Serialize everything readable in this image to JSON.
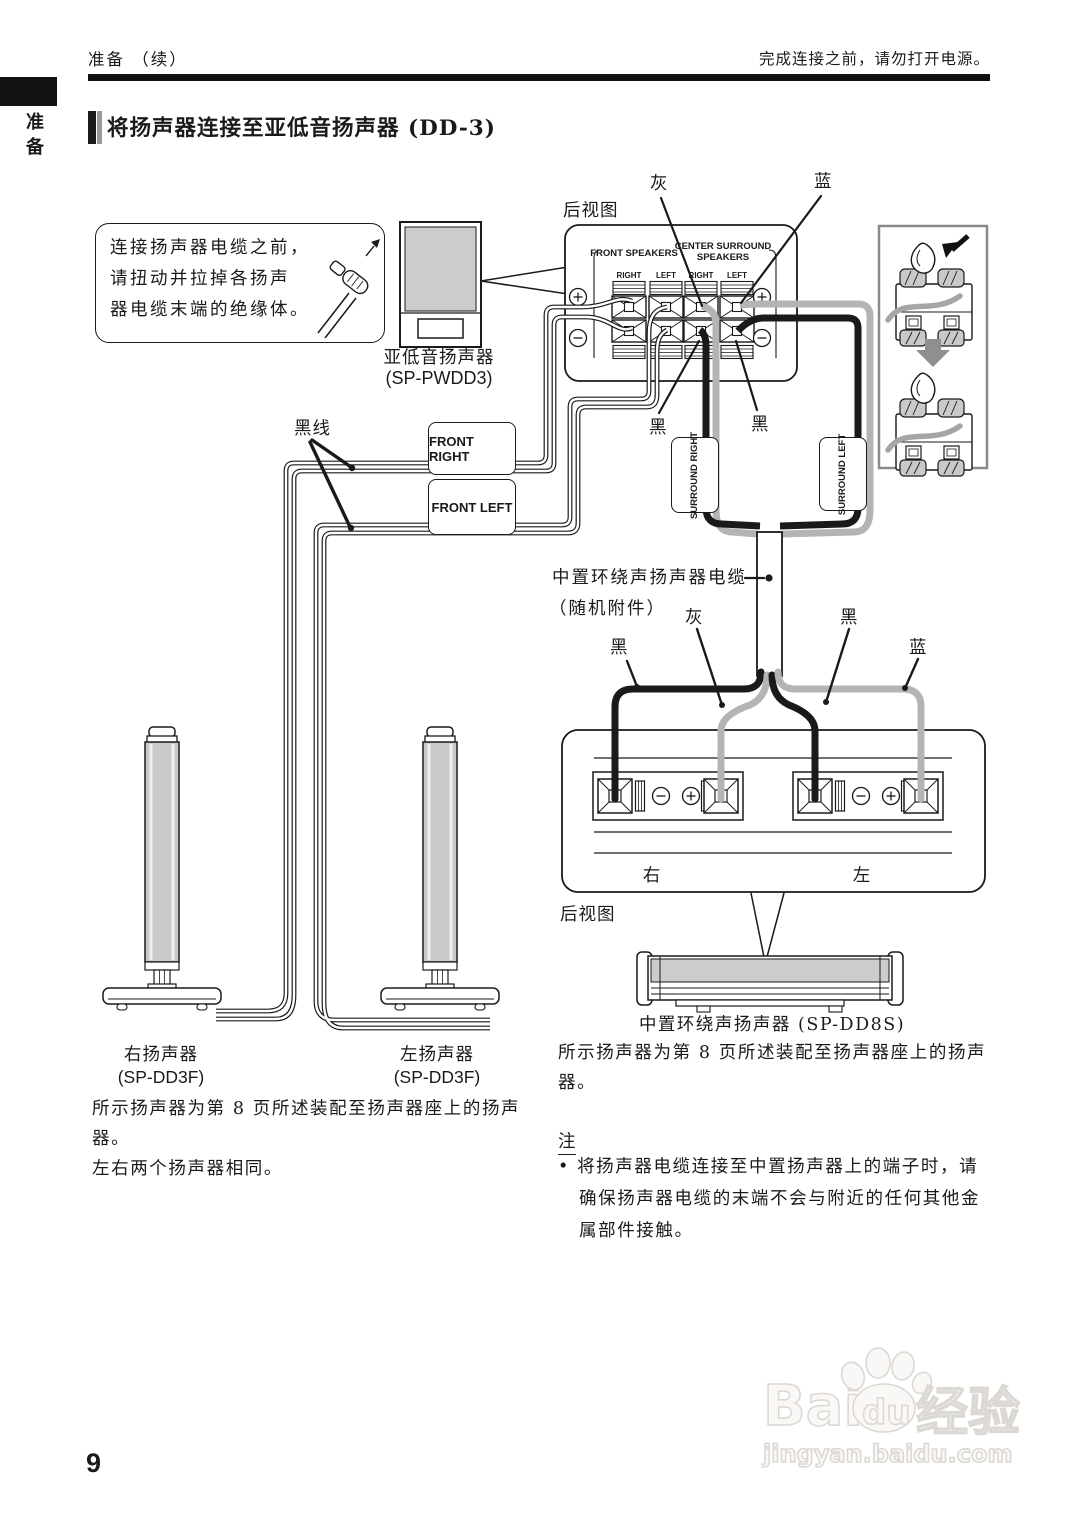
{
  "colors": {
    "ink": "#1a1a1a",
    "gray_cable": "#b4b4b4",
    "panel_gray": "#cccccc",
    "watermark": "#dcd8d3"
  },
  "header": {
    "section": "准备 （续）",
    "warning": "完成连接之前，请勿打开电源。",
    "side_tab": "准备",
    "title": "将扬声器连接至亚低音扬声器 (DD-3)"
  },
  "tip_box": {
    "line1": "连接扬声器电缆之前，",
    "line2": "请扭动并拉掉各扬声",
    "line3": "器电缆末端的绝缘体。"
  },
  "subwoofer": {
    "name": "亚低音扬声器",
    "model": "(SP-PWDD3)",
    "rear_view": "后视图"
  },
  "panel": {
    "front_speakers": "FRONT SPEAKERS",
    "center_surround_line1": "CENTER SURROUND",
    "center_surround_line2": "SPEAKERS",
    "col_labels": [
      "RIGHT",
      "LEFT",
      "RIGHT",
      "LEFT"
    ]
  },
  "cable_tags": {
    "gray_top": "灰",
    "blue_top": "蓝",
    "black_mid_left": "黑",
    "black_mid_right": "黑",
    "black_wire": "黑线",
    "front_right": "FRONT RIGHT",
    "front_left": "FRONT LEFT",
    "surround_right": "SURROUND RIGHT",
    "surround_left": "SURROUND LEFT"
  },
  "center_cable": {
    "name": "中置环绕声扬声器电缆",
    "accessory": "（随机附件）",
    "black_left": "黑",
    "gray": "灰",
    "black_right": "黑",
    "blue": "蓝"
  },
  "center_panel": {
    "right": "右",
    "left": "左",
    "rear_view": "后视图"
  },
  "center_speaker": {
    "name": "中置环绕声扬声器 (SP-DD8S)",
    "desc_line1": "所示扬声器为第 8 页所述装配至扬声器座上的扬声",
    "desc_line2": "器。"
  },
  "front_speakers": {
    "right_name": "右扬声器",
    "right_model": "(SP-DD3F)",
    "left_name": "左扬声器",
    "left_model": "(SP-DD3F)",
    "desc_line1": "所示扬声器为第 8 页所述装配至扬声器座上的扬声",
    "desc_line2": "器。",
    "desc_line3": "左右两个扬声器相同。"
  },
  "note": {
    "title": "注",
    "line1": "• 将扬声器电缆连接至中置扬声器上的端子时，请",
    "line2": "确保扬声器电缆的末端不会与附近的任何其他金",
    "line3": "属部件接触。"
  },
  "page_number": "9",
  "watermark": {
    "brand": "Bai",
    "brand_suffix": "du",
    "brand_cn": "经验",
    "url": "jingyan.baidu.com"
  }
}
